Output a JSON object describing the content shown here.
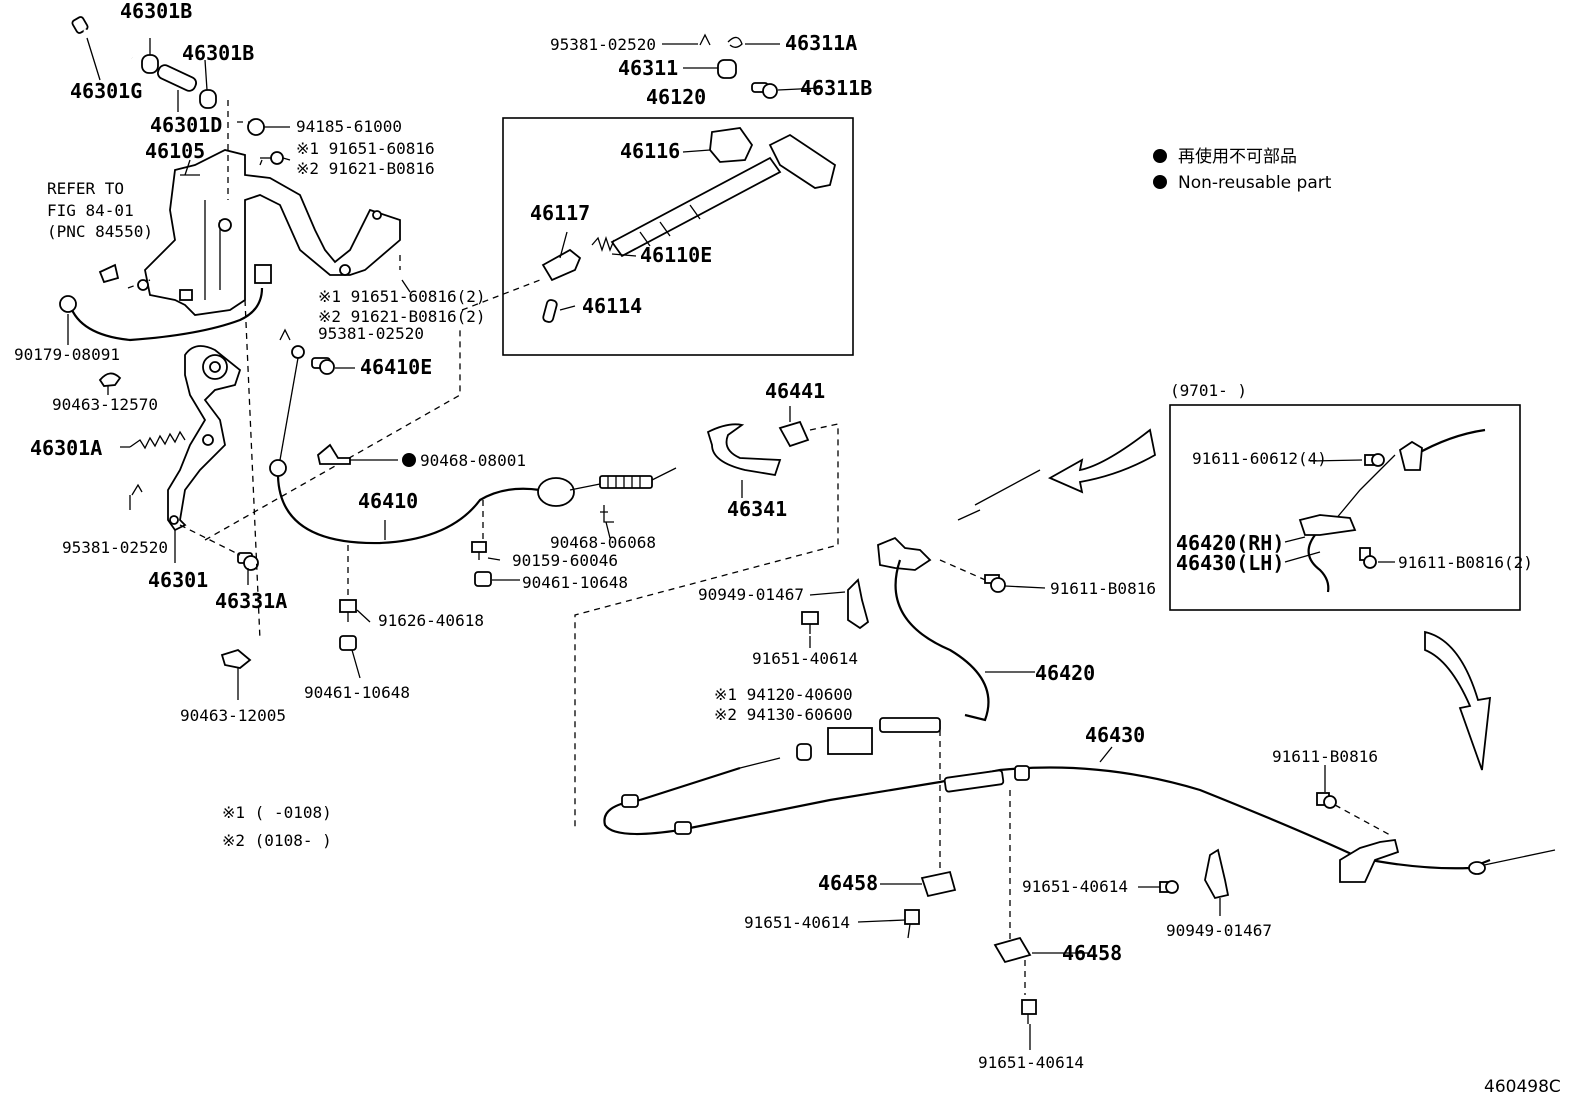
{
  "legend": {
    "non_reusable_jp": "再使用不可部品",
    "non_reusable_en": "Non-reusable part"
  },
  "notes": {
    "refer_line1": "REFER TO",
    "refer_line2": "FIG 84-01",
    "refer_line3": "(PNC 84550)",
    "range_box": "(9701-        )",
    "note1": "※1 (        -0108)",
    "note2": "※2 (0108-        )"
  },
  "figure_id": "460498C",
  "labels": {
    "p46301B_a": "46301B",
    "p46301B_b": "46301B",
    "p46301G": "46301G",
    "p46301D": "46301D",
    "p46105": "46105",
    "p94185": "94185-61000",
    "p91651_60816": "※1 91651-60816",
    "p91621_B0816": "※2 91621-B0816",
    "p91651_60816_2": "※1 91651-60816(2)",
    "p91621_B0816_2": "※2 91621-B0816(2)",
    "p95381_top": "95381-02520",
    "p46311A": "46311A",
    "p46311": "46311",
    "p46311B": "46311B",
    "p46120": "46120",
    "p46116": "46116",
    "p46117": "46117",
    "p46110E": "46110E",
    "p46114": "46114",
    "p90179": "90179-08091",
    "p95381_mid": "95381-02520",
    "p46410E": "46410E",
    "p90463_12570": "90463-12570",
    "p46301A": "46301A",
    "p90468_08001": "90468-08001",
    "p46410": "46410",
    "p95381_low": "95381-02520",
    "p46301": "46301",
    "p46331A": "46331A",
    "p90468_06068": "90468-06068",
    "p90159": "90159-60046",
    "p90461_a": "90461-10648",
    "p91626": "91626-40618",
    "p90461_b": "90461-10648",
    "p90463_12005": "90463-12005",
    "p46441": "46441",
    "p46341": "46341",
    "p90949_a": "90949-01467",
    "p91651_40614_a": "91651-40614",
    "p94120": "※1 94120-40600",
    "p94130": "※2 94130-60600",
    "p46420": "46420",
    "p91611_B0816_a": "91611-B0816",
    "p91611_60612": "91611-60612(4)",
    "p46420RH": "46420(RH)",
    "p46430LH": "46430(LH)",
    "p91611_B0816_2": "91611-B0816(2)",
    "p46430": "46430",
    "p91611_B0816_b": "91611-B0816",
    "p46458_a": "46458",
    "p91651_40614_b": "91651-40614",
    "p91651_40614_c": "91651-40614",
    "p90949_b": "90949-01467",
    "p46458_b": "46458",
    "p91651_40614_d": "91651-40614"
  }
}
